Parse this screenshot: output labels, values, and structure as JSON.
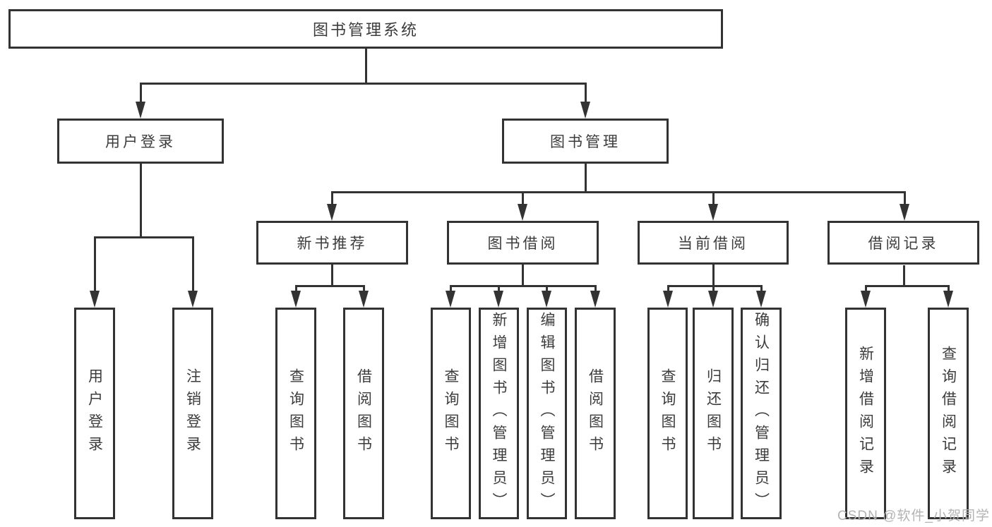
{
  "nodes": {
    "root": "图书管理系统",
    "user_login": "用户登录",
    "book_mgmt": "图书管理",
    "new_book_rec": "新书推荐",
    "book_borrow": "图书借阅",
    "current_borrow": "当前借阅",
    "borrow_records": "借阅记录",
    "leaf_user_login": "用户登录",
    "leaf_logout": "注销登录",
    "leaf_query_book_a": "查询图书",
    "leaf_borrow_book_a": "借阅图书",
    "leaf_query_book_b": "查询图书",
    "leaf_add_book": "新增图书（管理员）",
    "leaf_edit_book": "编辑图书（管理员）",
    "leaf_borrow_book_b": "借阅图书",
    "leaf_query_book_c": "查询图书",
    "leaf_return_book": "归还图书",
    "leaf_confirm_return": "确认归还（管理员）",
    "leaf_add_record": "新增借阅记录",
    "leaf_query_record": "查询借阅记录"
  },
  "watermark": "CSDN @软件_小贺同学",
  "colors": {
    "line": "#333333",
    "text": "#3c3c3c",
    "watermark": "#b3b3b3",
    "background": "#ffffff"
  }
}
